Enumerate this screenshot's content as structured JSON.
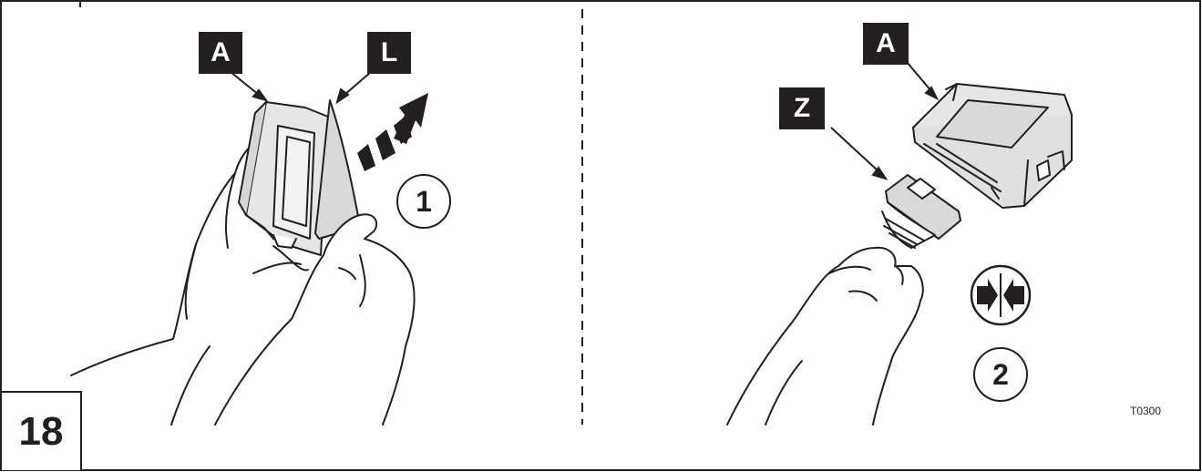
{
  "step_number": "18",
  "labels": {
    "module_left": "A",
    "liner": "L",
    "module_right": "A",
    "connector": "Z"
  },
  "steps": {
    "peel": "1",
    "connect": "2"
  },
  "figure_code": "T0300",
  "icons": [
    "peel-arrow-icon",
    "connect-icon"
  ],
  "colors": {
    "ink": "#231f20",
    "paper": "#ffffff",
    "liner_fill": "#d9d9d9",
    "module_fill": "#e6e6e6"
  }
}
